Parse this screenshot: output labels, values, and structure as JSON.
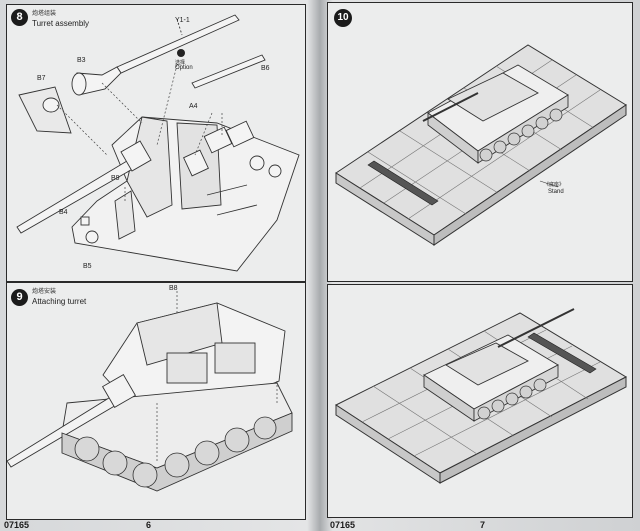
{
  "left_page": {
    "step8": {
      "number": "8",
      "title_cn": "炮塔组装",
      "title_en": "Turret assembly",
      "parts": {
        "y1": "Y1-1",
        "b3": "B3",
        "b7": "B7",
        "b6": "B6",
        "option_cn": "选择",
        "option_en": "Option",
        "a4": "A4",
        "b9": "B9",
        "b4": "B4",
        "b5": "B5"
      }
    },
    "step9": {
      "number": "9",
      "title_cn": "炮塔安装",
      "title_en": "Attaching turret",
      "parts": {
        "b8": "B8"
      }
    },
    "footer_code": "07165",
    "page_number": "6"
  },
  "right_page": {
    "step10": {
      "number": "10",
      "stand_cn": "《底座》",
      "stand_en": "Stand"
    },
    "footer_code": "07165",
    "page_number": "7"
  }
}
